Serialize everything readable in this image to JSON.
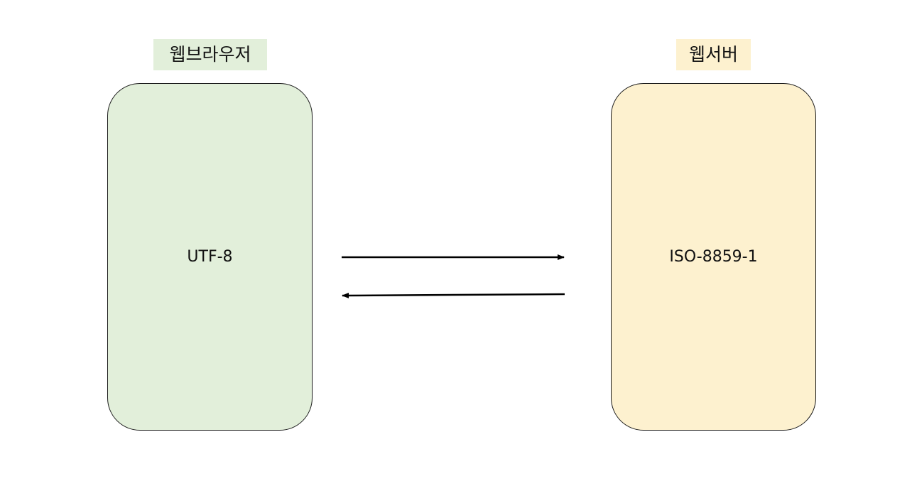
{
  "browser": {
    "title": "웹브라우저",
    "encoding": "UTF-8",
    "title_bg": "#e2efda",
    "fill": "#e2efda"
  },
  "server": {
    "title": "웹서버",
    "encoding": "ISO-8859-1",
    "title_bg": "#fdf1cf",
    "fill": "#fdf1cf"
  },
  "connections": [
    {
      "from": "browser",
      "to": "server"
    },
    {
      "from": "server",
      "to": "browser"
    }
  ],
  "colors": {
    "stroke": "#1a1a1a",
    "arrow": "#000000"
  }
}
